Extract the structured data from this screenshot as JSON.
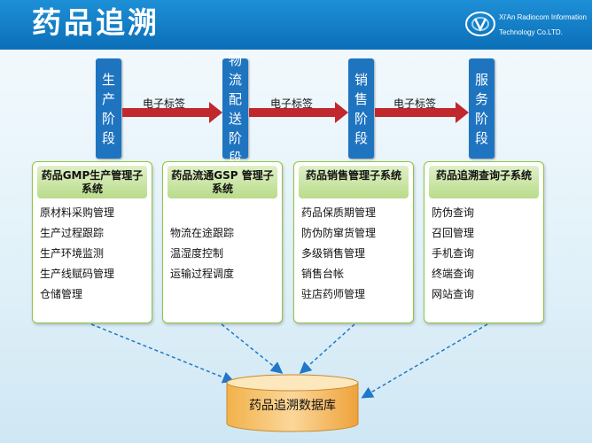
{
  "header": {
    "title": "药品追溯",
    "company_line1": "Xi'An Radiocom Information",
    "company_line2": "Technology Co.LTD."
  },
  "stages": [
    "生产阶段",
    "物流配送阶段",
    "销售阶段",
    "服务阶段"
  ],
  "arrow_label": "电子标签",
  "subsystems": [
    {
      "title": "药品GMP生产管理子系统",
      "items": [
        "原材料采购管理",
        "生产过程跟踪",
        "生产环境监测",
        "生产线赋码管理",
        "仓储管理"
      ]
    },
    {
      "title": "药品流通GSP 管理子系统",
      "items": [
        "物流在途跟踪",
        "温湿度控制",
        "运输过程调度"
      ]
    },
    {
      "title": "药品销售管理子系统",
      "items": [
        "药品保质期管理",
        "防伪防窜货管理",
        "多级销售管理",
        "销售台帐",
        "驻店药师管理"
      ]
    },
    {
      "title": "药品追溯查询子系统",
      "items": [
        "防伪查询",
        "召回管理",
        "手机查询",
        "终端查询",
        "网站查询"
      ]
    }
  ],
  "database": {
    "label": "药品追溯数据库"
  },
  "colors": {
    "stage": "#1f74c0",
    "arrow": "#c0282d",
    "card_border": "#8fc63f",
    "connector": "#1f78c8"
  }
}
